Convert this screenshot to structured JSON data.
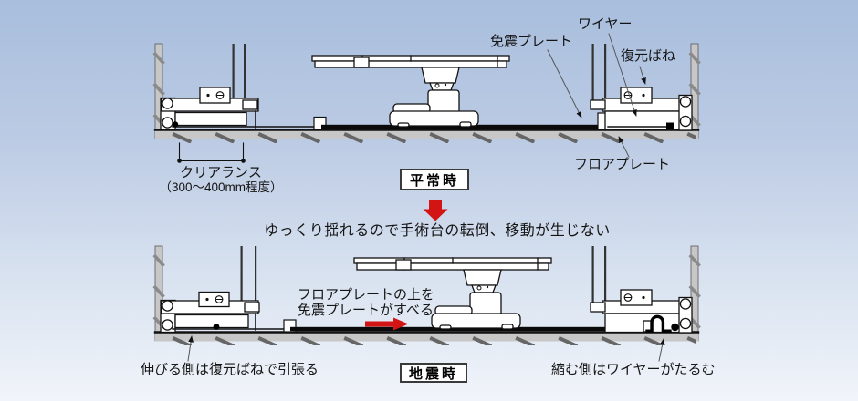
{
  "colors": {
    "background_top": "#a8bedd",
    "background_bottom": "#f1f4fa",
    "wall_gray": "#c7c7c7",
    "hatch_gray": "#7e7e7e",
    "outline": "#111111",
    "arrow_red": "#d31414"
  },
  "top_diagram": {
    "state_label": "平常時",
    "labels": {
      "wire": "ワイヤー",
      "isolation_plate": "免震プレート",
      "restoring_spring": "復元ばね",
      "floor_plate": "フロアプレート",
      "clearance": "クリアランス",
      "clearance_range": "（300〜400mm程度）"
    }
  },
  "transition": {
    "caption": "ゆっくり揺れるので手術台の転倒、移動が生じない"
  },
  "bottom_diagram": {
    "state_label": "地震時",
    "labels": {
      "slide_line1": "フロアプレートの上を",
      "slide_line2": "免震プレートがすべる",
      "stretch_side": "伸びる側は復元ばねで引張る",
      "slack_side": "縮む側はワイヤーがたるむ"
    }
  }
}
